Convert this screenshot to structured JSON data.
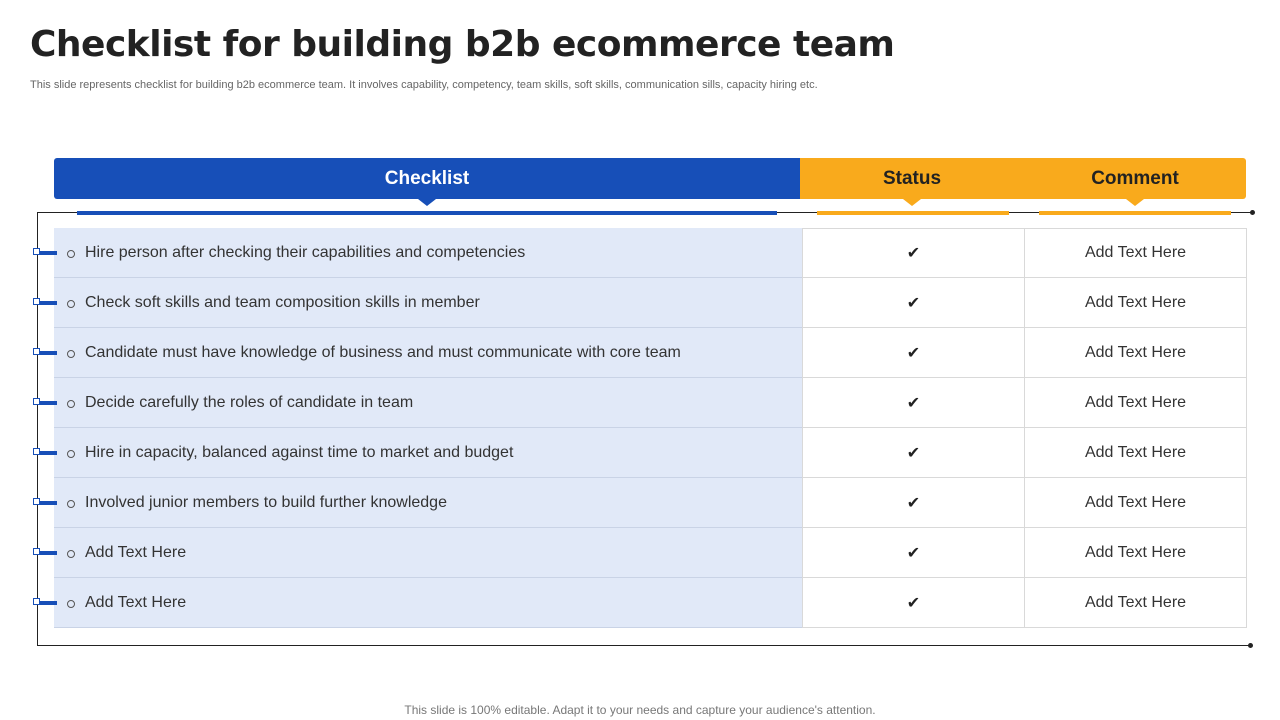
{
  "slide": {
    "title": "Checklist for building b2b ecommerce team",
    "subtitle": "This slide represents checklist for building b2b ecommerce team. It involves capability, competency, team skills, soft skills, communication sills, capacity hiring etc.",
    "footer": "This slide is 100% editable. Adapt it to your needs and capture your audience's attention."
  },
  "table": {
    "headers": {
      "checklist": "Checklist",
      "status": "Status",
      "comment": "Comment"
    },
    "rows": [
      {
        "item": "Hire person after checking their capabilities and competencies",
        "status": "✔",
        "comment": "Add Text Here"
      },
      {
        "item": "Check soft skills and team composition skills in member",
        "status": "✔",
        "comment": "Add Text Here"
      },
      {
        "item": "Candidate must have knowledge of business and must communicate with core team",
        "status": "✔",
        "comment": "Add Text Here"
      },
      {
        "item": "Decide carefully  the roles of candidate in team",
        "status": "✔",
        "comment": "Add Text Here"
      },
      {
        "item": "Hire in capacity, balanced against time to market and budget",
        "status": "✔",
        "comment": "Add Text Here"
      },
      {
        "item": "Involved  junior members to build further  knowledge",
        "status": "✔",
        "comment": "Add Text Here"
      },
      {
        "item": "Add Text Here",
        "status": "✔",
        "comment": "Add Text Here"
      },
      {
        "item": "Add Text Here",
        "status": "✔",
        "comment": "Add Text Here"
      }
    ]
  },
  "colors": {
    "primary": "#174fb8",
    "accent": "#f9aa1c",
    "row_fill": "#e1e9f8"
  },
  "icons": {
    "bullet": "circle-bullet-icon",
    "status": "checkmark-icon"
  }
}
